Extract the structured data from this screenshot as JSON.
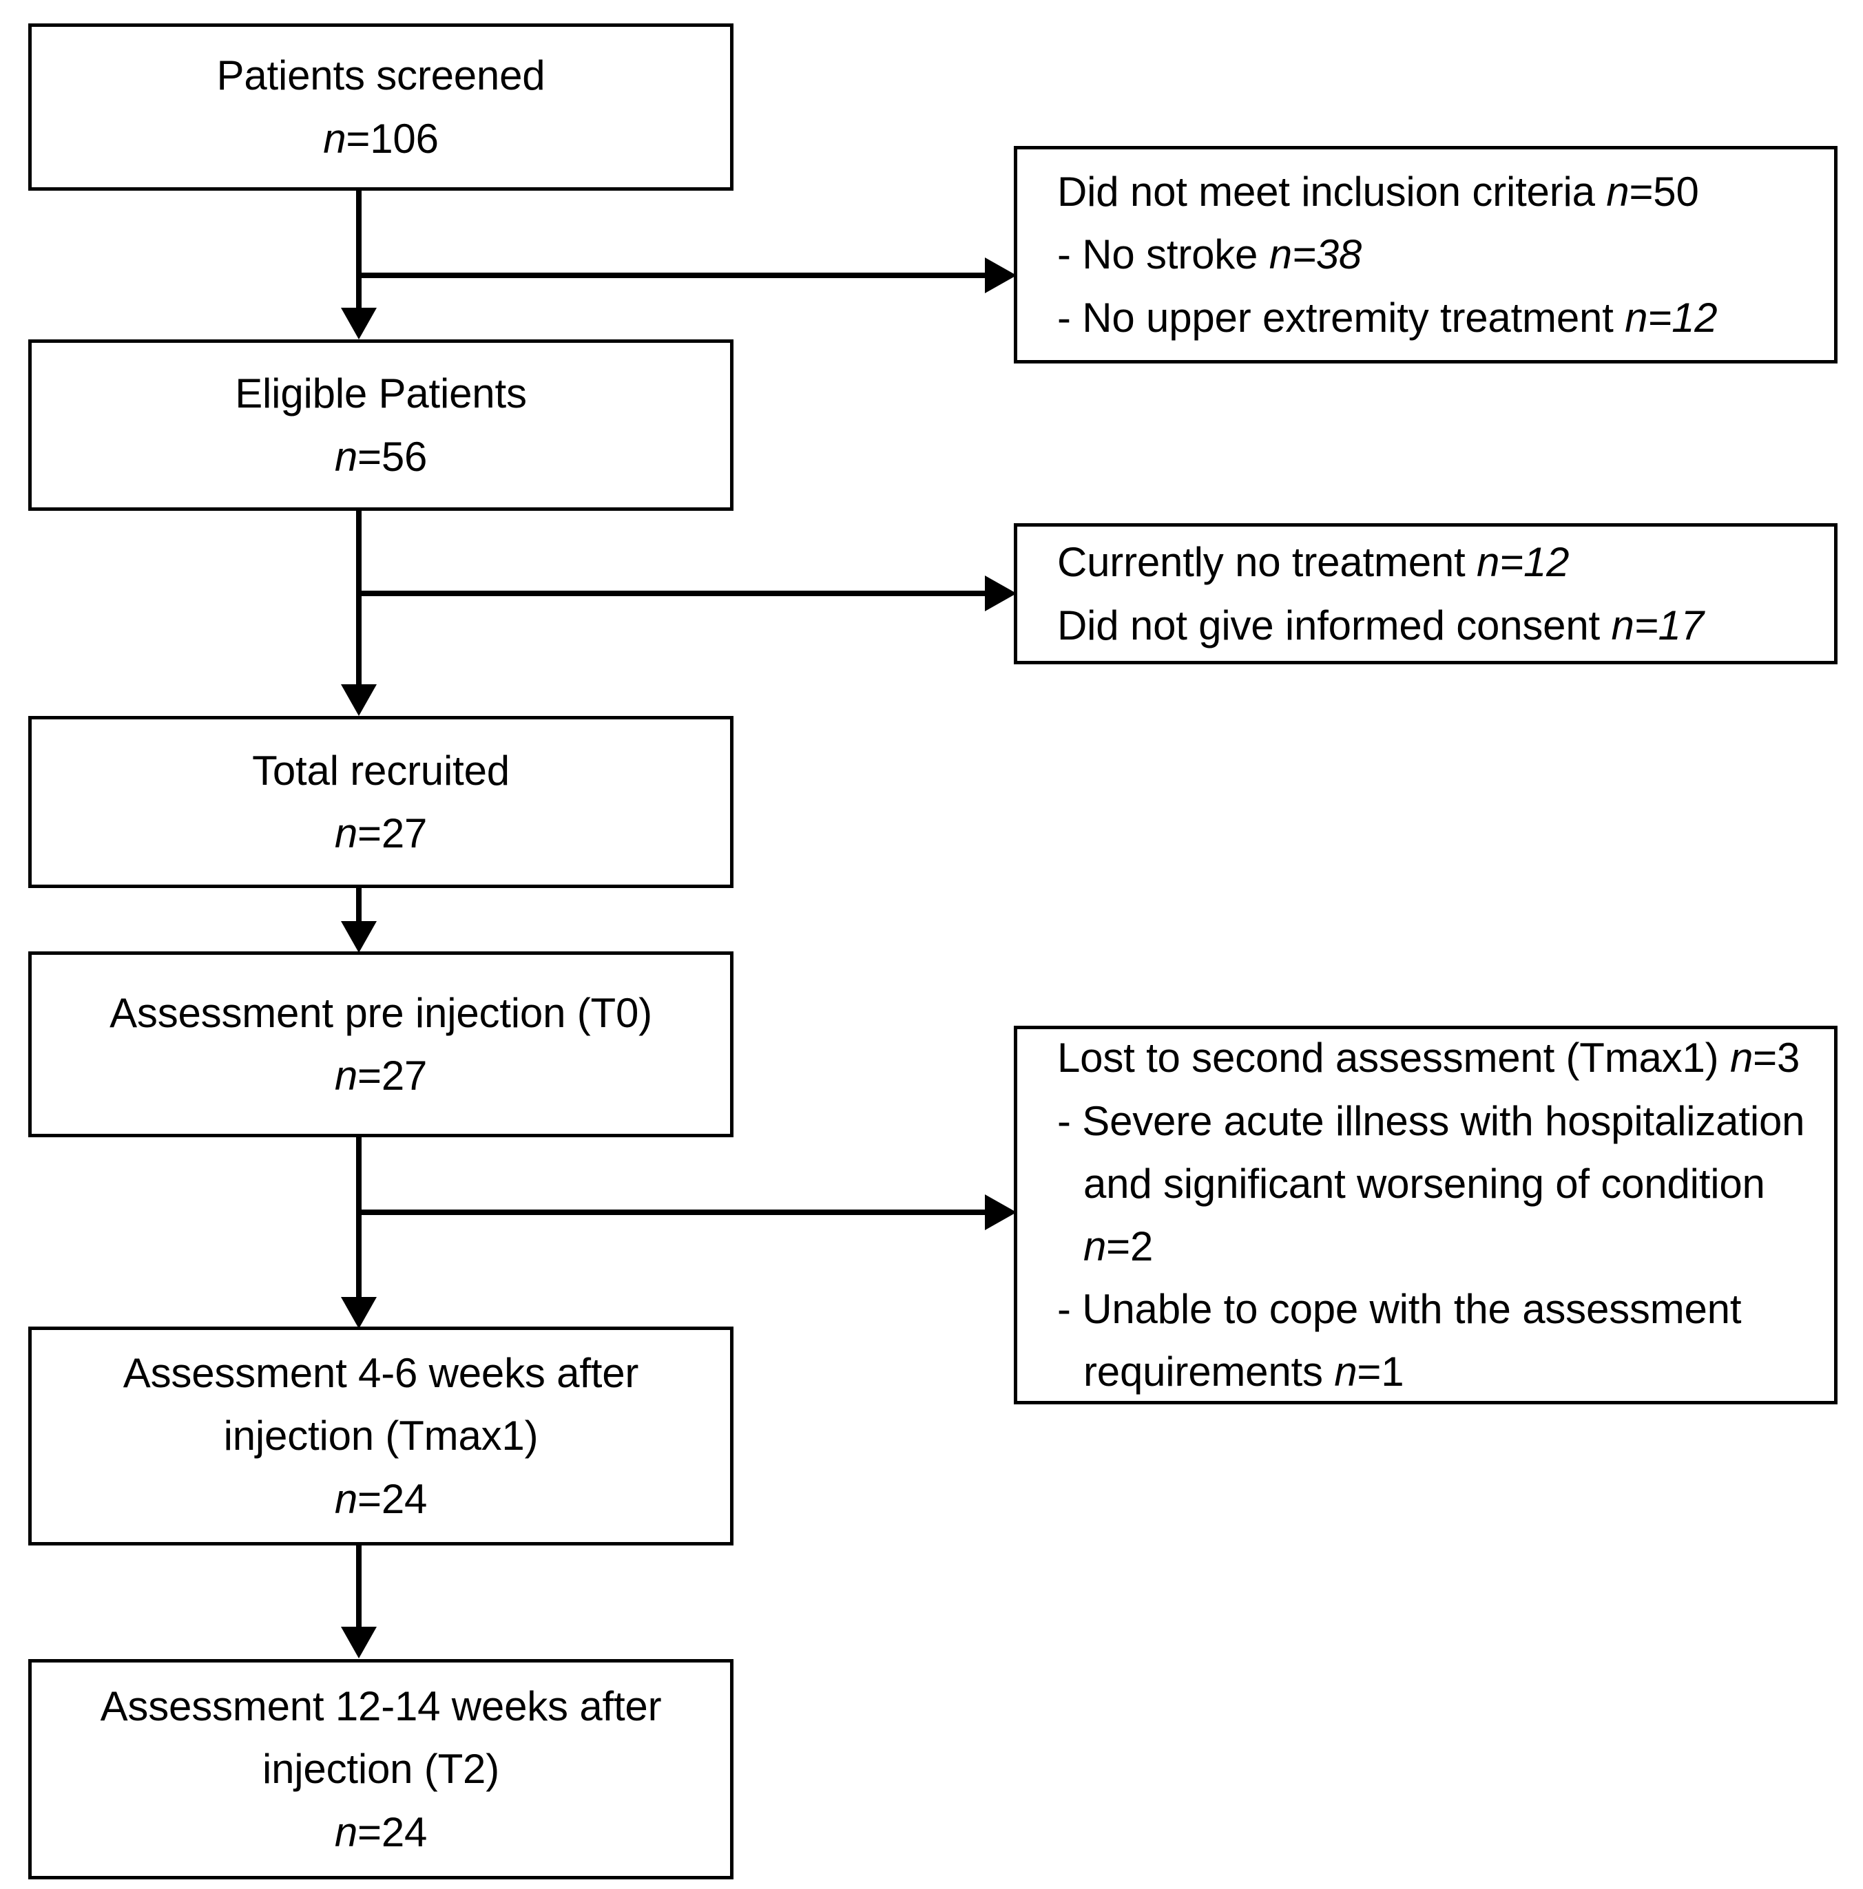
{
  "diagram": {
    "type": "flowchart",
    "title": "CONSORT-style participant flow diagram",
    "colors": {
      "stroke": "#000000",
      "background": "#ffffff",
      "text": "#000000"
    },
    "nodes": [
      {
        "id": "patients-screened",
        "label": "Patients screened",
        "count_prefix": "n",
        "count_value": "=106",
        "n_line": "n=106"
      },
      {
        "id": "eligible-patients",
        "label": "Eligible Patients",
        "count_prefix": "n",
        "count_value": "=56",
        "n_line": "n=56"
      },
      {
        "id": "total-recruited",
        "label": "Total recruited",
        "count_prefix": "n",
        "count_value": "=27",
        "n_line": "n=27"
      },
      {
        "id": "assessment-t0",
        "label": "Assessment pre injection (T0)",
        "count_prefix": "n",
        "count_value": "=27",
        "n_line": "n=27"
      },
      {
        "id": "assessment-tmax1",
        "label_line1": "Assessment 4-6 weeks after",
        "label_line2": "injection (Tmax1)",
        "count_prefix": "n",
        "count_value": "=24",
        "n_line": "n=24"
      },
      {
        "id": "assessment-t2",
        "label_line1": "Assessment 12-14 weeks after",
        "label_line2": "injection (T2)",
        "count_prefix": "n",
        "count_value": "=24",
        "n_line": "n=24"
      }
    ],
    "exclusions": [
      {
        "id": "not-meet-inclusion",
        "lines": [
          {
            "text": "Did not meet inclusion criteria ",
            "n_prefix": "n",
            "n_value": "=50",
            "italic_n_value": false
          },
          {
            "text": "- No stroke ",
            "n_prefix": "n",
            "n_value": "=38",
            "italic_n_value": true
          },
          {
            "text": "- No upper extremity treatment ",
            "n_prefix": "n",
            "n_value": "=12",
            "italic_n_value": true
          }
        ]
      },
      {
        "id": "no-treatment-no-consent",
        "lines": [
          {
            "text": "Currently no treatment ",
            "n_prefix": "n",
            "n_value": "=12",
            "italic_n_value": true
          },
          {
            "text": "Did not give informed consent ",
            "n_prefix": "n",
            "n_value": "=17",
            "italic_n_value": true
          }
        ]
      },
      {
        "id": "lost-to-second-assessment",
        "lines": [
          {
            "text": "Lost to second assessment (Tmax1) ",
            "n_prefix": "n",
            "n_value": "=3",
            "italic_n_value": false
          },
          {
            "text": "- Severe acute illness with hospitalization and significant worsening of condition ",
            "n_prefix": "n",
            "n_value": "=2",
            "italic_n_value": false
          },
          {
            "text": "- Unable to cope with the assessment requirements ",
            "n_prefix": "n",
            "n_value": "=1",
            "italic_n_value": false
          }
        ]
      }
    ],
    "connectors": [
      {
        "id": "screened-to-eligible",
        "kind": "vertical-arrow-down"
      },
      {
        "id": "screened-to-exclusion-1",
        "kind": "horizontal-arrow-right"
      },
      {
        "id": "eligible-to-recruited",
        "kind": "vertical-arrow-down"
      },
      {
        "id": "eligible-to-exclusion-2",
        "kind": "horizontal-arrow-right"
      },
      {
        "id": "recruited-to-t0",
        "kind": "vertical-arrow-down"
      },
      {
        "id": "t0-to-tmax1",
        "kind": "vertical-arrow-down"
      },
      {
        "id": "t0-to-exclusion-3",
        "kind": "horizontal-arrow-right"
      },
      {
        "id": "tmax1-to-t2",
        "kind": "vertical-arrow-down"
      }
    ]
  }
}
